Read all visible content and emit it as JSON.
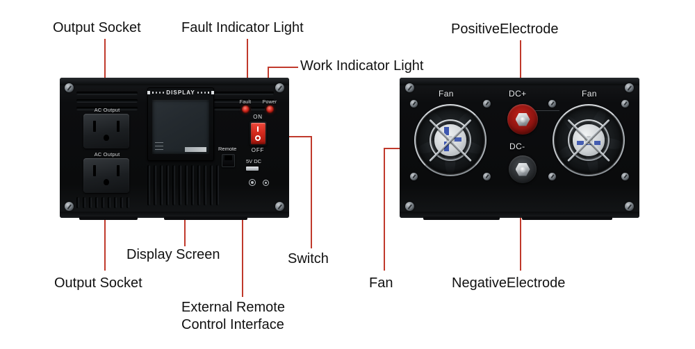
{
  "diagram": {
    "title": "Power Inverter Front and Rear Panel Callout Diagram",
    "accent_color": "#c0392b",
    "text_color": "#111111",
    "background": "#ffffff"
  },
  "callouts": {
    "output_socket_top": "Output Socket",
    "fault_indicator_light": "Fault Indicator Light",
    "work_indicator_light": "Work Indicator Light",
    "positive_electrode": "PositiveElectrode",
    "display_screen": "Display Screen",
    "switch": "Switch",
    "output_socket_bottom": "Output Socket",
    "external_remote_line1": "External Remote",
    "external_remote_line2": "Control Interface",
    "fan_bottom": "Fan",
    "negative_electrode": "NegativeElectrode"
  },
  "front_panel": {
    "ac_output_top": "AC Output",
    "ac_output_bottom": "AC Output",
    "display_title": "DISPLAY",
    "fault_led_label": "Fault",
    "power_led_label": "Power",
    "switch_on": "ON",
    "switch_off": "OFF",
    "switch_mark_on": "I",
    "switch_mark_off": "O",
    "remote_label": "Remote",
    "dc_port_label": "5V DC",
    "led_color": "#d0271c",
    "rocker_color": "#d52b1e"
  },
  "rear_panel": {
    "fan_left": "Fan",
    "fan_right": "Fan",
    "dc_positive": "DC+",
    "dc_negative": "DC-",
    "positive_ring_color": "#8e1410",
    "negative_ring_color": "#2a2d30"
  }
}
